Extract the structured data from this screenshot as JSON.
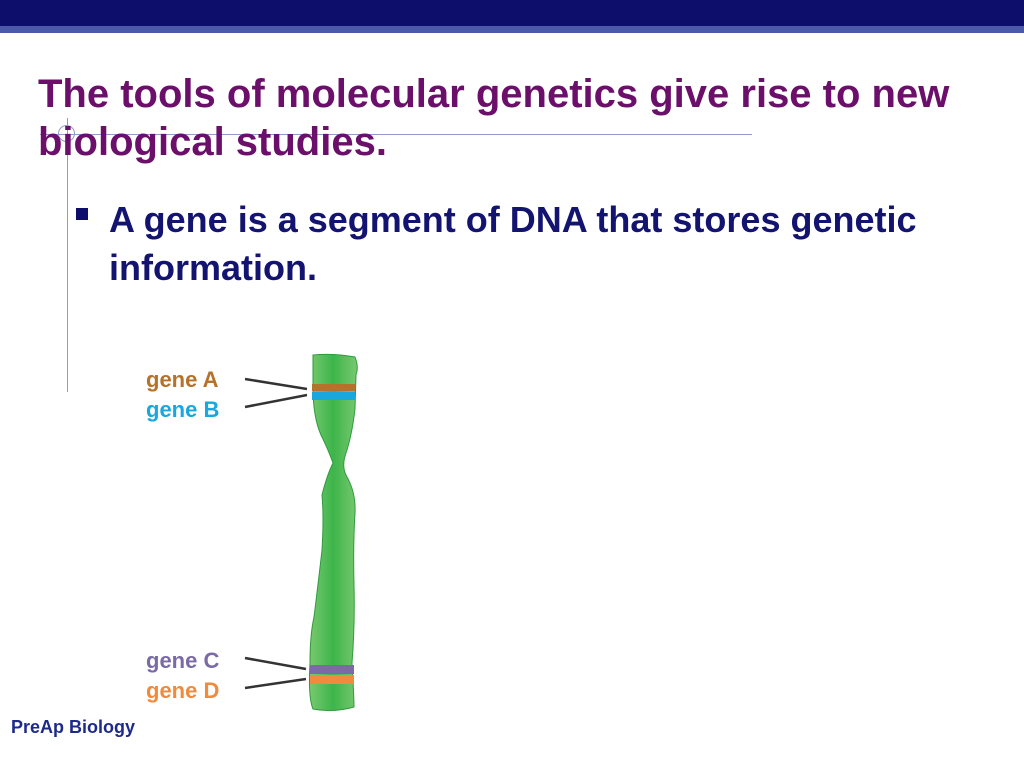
{
  "slide": {
    "title": "The tools of molecular genetics give rise to new biological studies.",
    "bullet": "A gene is a segment of DNA that stores genetic information.",
    "footer": "PreAp Biology"
  },
  "figure": {
    "genes": [
      {
        "label": "gene A",
        "color": "#b5722a"
      },
      {
        "label": "gene B",
        "color": "#19a7dd"
      },
      {
        "label": "gene C",
        "color": "#7a6aa6"
      },
      {
        "label": "gene D",
        "color": "#f08a3c"
      }
    ],
    "chromosome_color": "#3db54a"
  },
  "colors": {
    "title": "#6b0f6b",
    "bullet_text": "#131370",
    "top_bar": "#0d0d6b",
    "footer": "#1d2a8a"
  }
}
